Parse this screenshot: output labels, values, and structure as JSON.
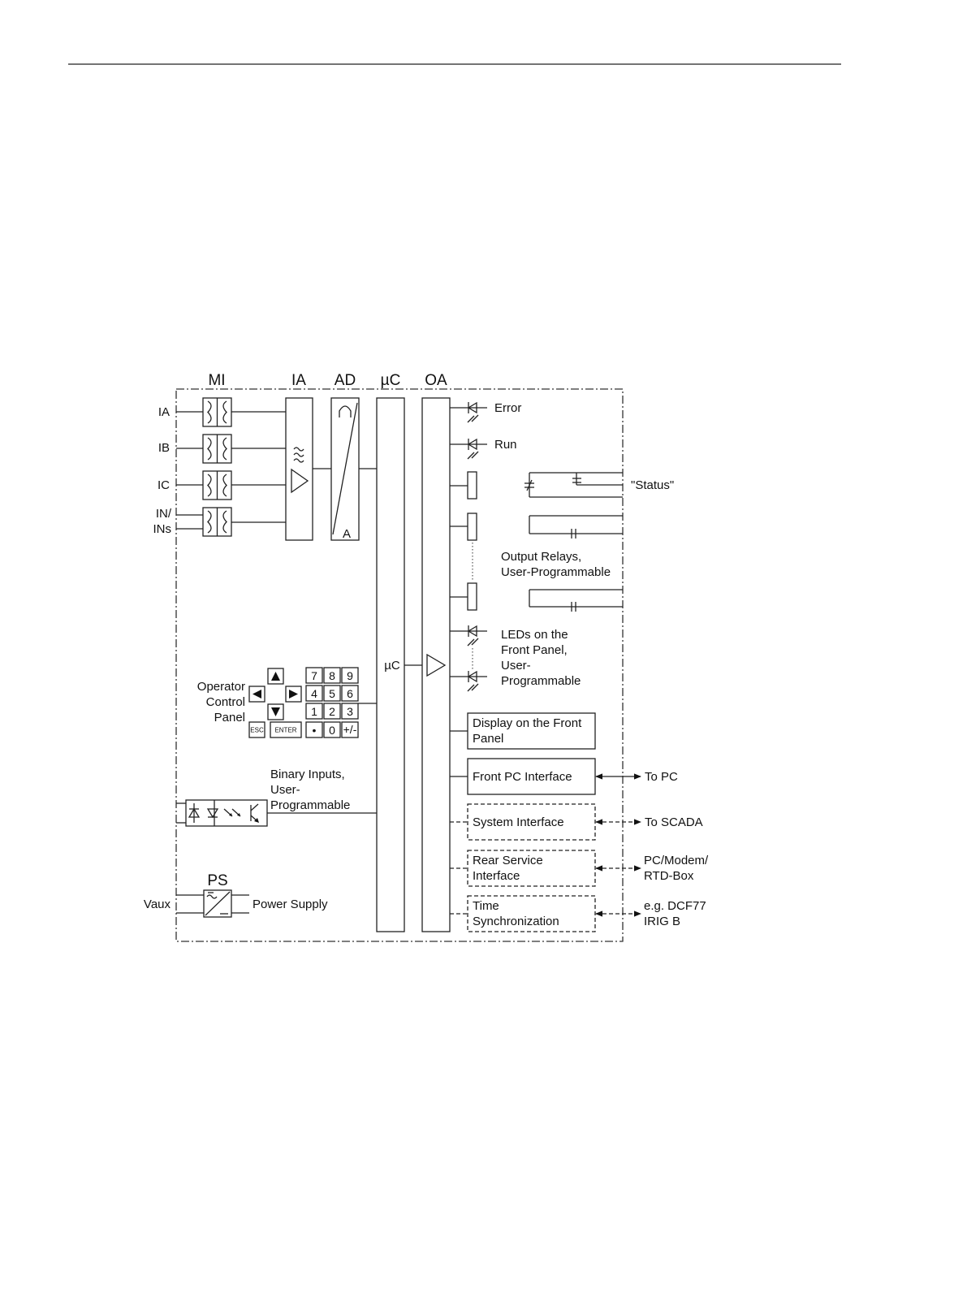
{
  "headers": {
    "mi": "MI",
    "ia": "IA",
    "ad": "AD",
    "uc": "µC",
    "oa": "OA",
    "ps": "PS"
  },
  "inputs": [
    "IA",
    "IB",
    "IC"
  ],
  "input_in": [
    "IN/",
    "INs"
  ],
  "ad_label": "A",
  "uc_label": "µC",
  "outputs": {
    "error": "Error",
    "run": "Run",
    "status": "\"Status\"",
    "relays": [
      "Output Relays,",
      "User-Programmable"
    ],
    "leds": [
      "LEDs on the",
      "Front Panel,",
      "User-",
      "Programmable"
    ]
  },
  "operator_panel": {
    "label": [
      "Operator",
      "Control",
      "Panel"
    ],
    "keys_row1": [
      "7",
      "8",
      "9"
    ],
    "keys_row2": [
      "4",
      "5",
      "6"
    ],
    "keys_row3": [
      "1",
      "2",
      "3"
    ],
    "keys_row4": [
      "•",
      "0",
      "+/-"
    ],
    "esc": "ESC",
    "enter": "ENTER"
  },
  "binary_inputs": [
    "Binary Inputs,",
    "User-",
    "Programmable"
  ],
  "power": {
    "vaux": "Vaux",
    "label": "Power Supply"
  },
  "interfaces": {
    "display": [
      "Display on the Front",
      "Panel"
    ],
    "front_pc": "Front PC Interface",
    "system": "System Interface",
    "rear": [
      "Rear Service",
      "Interface"
    ],
    "time": [
      "Time",
      "Synchronization"
    ]
  },
  "targets": {
    "to_pc": "To PC",
    "to_scada": "To SCADA",
    "pc_modem": [
      "PC/Modem/",
      "RTD-Box"
    ],
    "dcf": [
      "e.g. DCF77",
      "IRIG B"
    ]
  }
}
